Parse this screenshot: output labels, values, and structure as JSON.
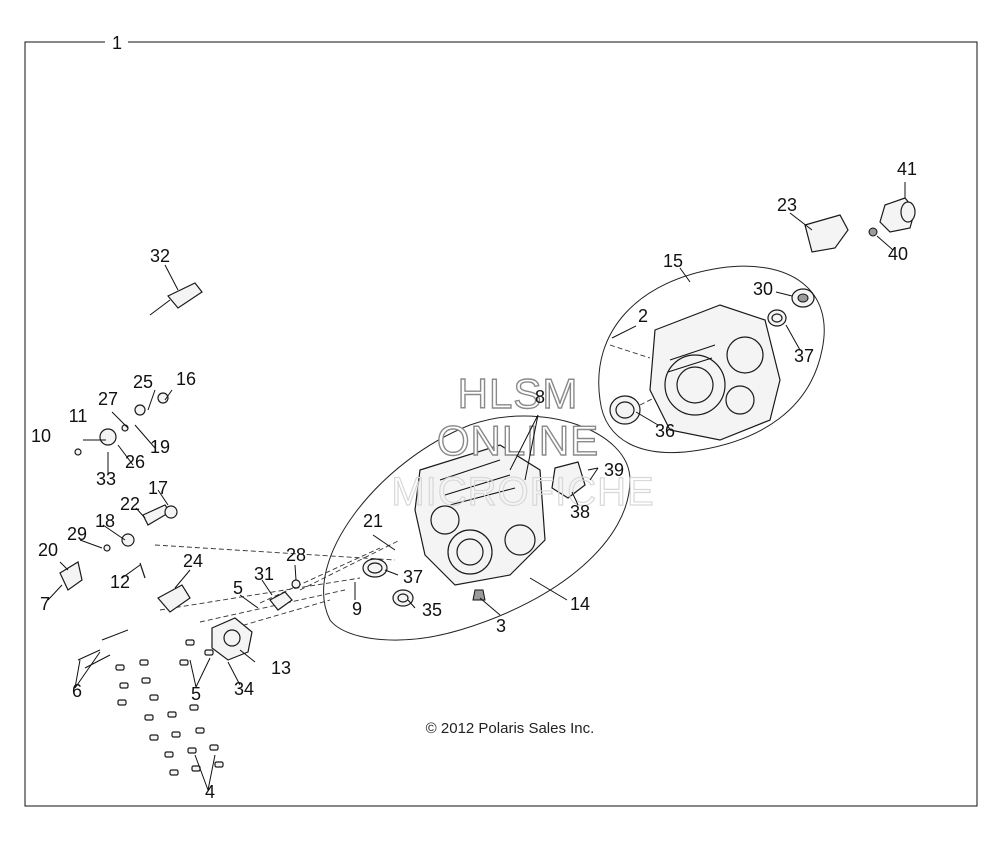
{
  "callouts": [
    "1",
    "32",
    "27",
    "25",
    "16",
    "11",
    "10",
    "19",
    "33",
    "26",
    "17",
    "22",
    "18",
    "29",
    "20",
    "12",
    "7",
    "24",
    "5",
    "31",
    "28",
    "6",
    "5",
    "13",
    "34",
    "4",
    "21",
    "37",
    "9",
    "35",
    "3",
    "14",
    "8",
    "39",
    "38",
    "15",
    "2",
    "36",
    "37",
    "30",
    "23",
    "41",
    "40"
  ],
  "copyright": "© 2012 Polaris Sales Inc.",
  "watermark": {
    "line1": "HLSM",
    "line2": "ONLINE",
    "line3": "MICROFICHE"
  }
}
